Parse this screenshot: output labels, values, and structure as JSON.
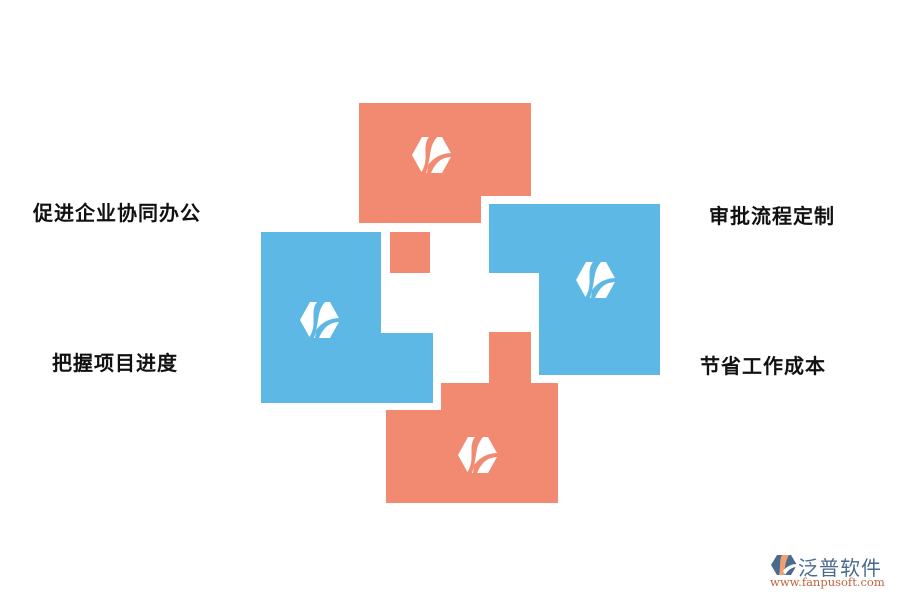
{
  "diagram": {
    "colors": {
      "salmon": "#f18a71",
      "blue": "#5db8e5",
      "text": "#111111"
    },
    "labels": {
      "top_left": "促进企业协同办公",
      "bottom_left": "把握项目进度",
      "top_right": "审批流程定制",
      "bottom_right": "节省工作成本"
    },
    "blocks": [
      {
        "position": "top",
        "color": "salmon",
        "icon": "fanpu-logo-icon"
      },
      {
        "position": "left",
        "color": "blue",
        "icon": "fanpu-logo-icon"
      },
      {
        "position": "right",
        "color": "blue",
        "icon": "fanpu-logo-icon"
      },
      {
        "position": "bottom",
        "color": "salmon",
        "icon": "fanpu-logo-icon"
      }
    ]
  },
  "watermark": {
    "name": "泛普软件",
    "url": "www.fanpusoft.com",
    "icon": "fanpu-brand-icon"
  }
}
